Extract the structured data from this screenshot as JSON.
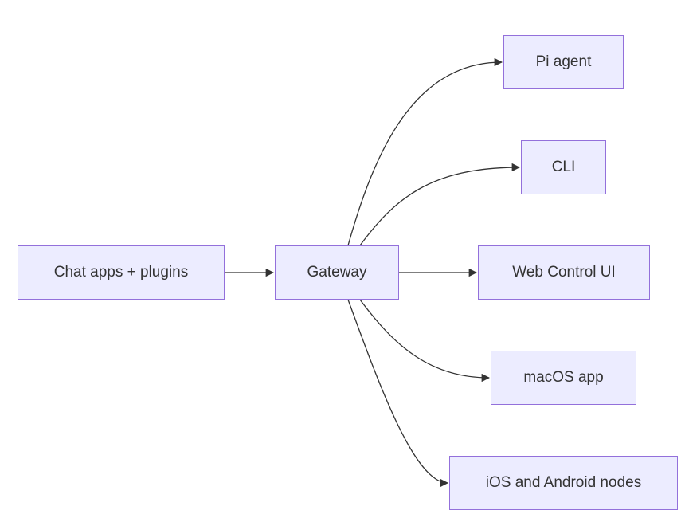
{
  "diagram": {
    "type": "flowchart",
    "direction": "left-to-right",
    "colors": {
      "node_fill": "#ececff",
      "node_border": "#9370db",
      "edge": "#333333",
      "text": "#333333"
    },
    "nodes": {
      "chat": "Chat apps + plugins",
      "gateway": "Gateway",
      "pi": "Pi agent",
      "cli": "CLI",
      "web": "Web Control UI",
      "mac": "macOS app",
      "ios": "iOS and Android nodes"
    },
    "edges": [
      {
        "from": "chat",
        "to": "gateway"
      },
      {
        "from": "gateway",
        "to": "pi"
      },
      {
        "from": "gateway",
        "to": "cli"
      },
      {
        "from": "gateway",
        "to": "web"
      },
      {
        "from": "gateway",
        "to": "mac"
      },
      {
        "from": "gateway",
        "to": "ios"
      }
    ]
  }
}
